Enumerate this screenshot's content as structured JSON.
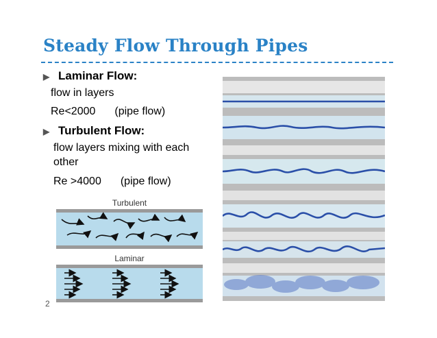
{
  "title": "Steady Flow Through Pipes",
  "laminar": {
    "heading": "Laminar Flow:",
    "line1": "flow in layers",
    "re": "Re<2000",
    "note": "(pipe flow)"
  },
  "turbulent": {
    "heading": "Turbulent Flow:",
    "line1": "flow layers mixing with each",
    "line2": "other",
    "re": "Re >4000",
    "note": "(pipe flow)"
  },
  "diagram": {
    "turbulent_label": "Turbulent",
    "laminar_label": "Laminar"
  },
  "page_number": "2",
  "colors": {
    "title": "#2a82c6",
    "pipe_fluid": "#b8dbec",
    "dye": "#2a4fa8"
  },
  "icons": {
    "bullet": "triangle-right-icon"
  }
}
